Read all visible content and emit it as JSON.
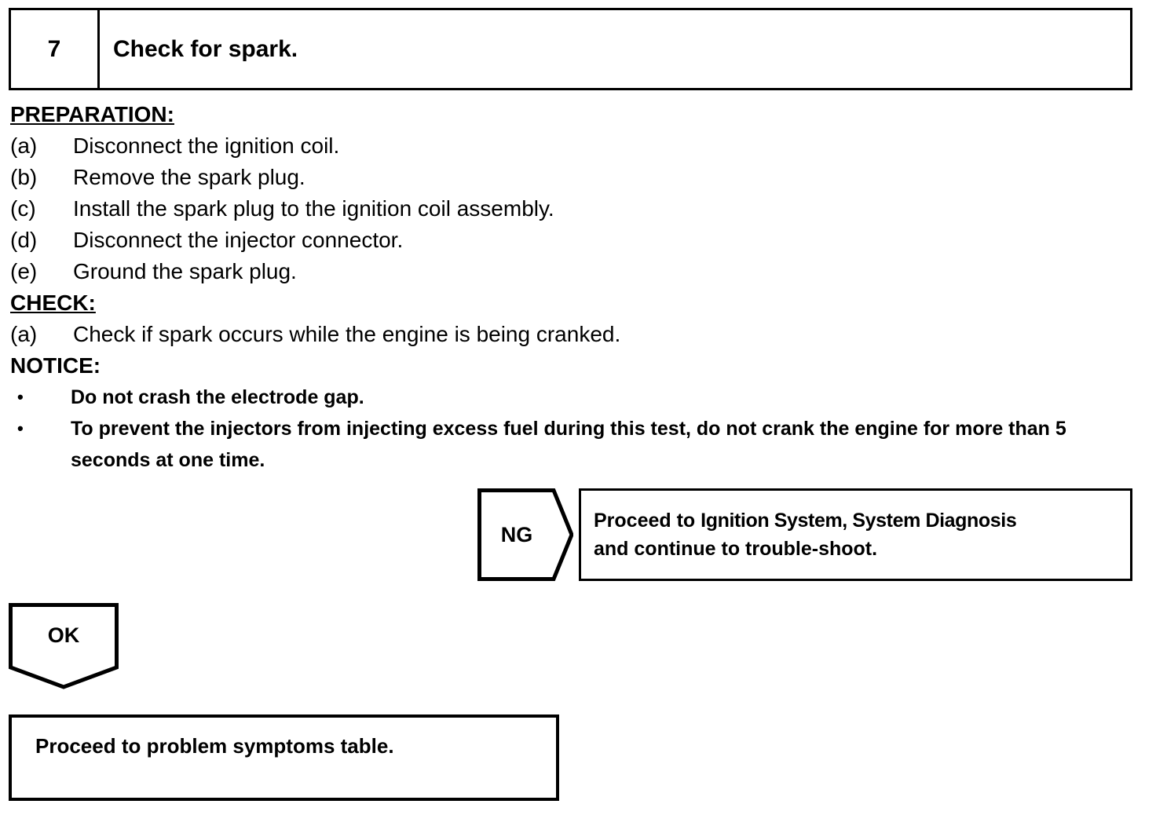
{
  "step": {
    "number": "7",
    "title": "Check for spark."
  },
  "preparation": {
    "heading": "PREPARATION:",
    "items": [
      {
        "label": "(a)",
        "text": "Disconnect the ignition coil."
      },
      {
        "label": "(b)",
        "text": "Remove the spark plug."
      },
      {
        "label": "(c)",
        "text": "Install the spark plug to the ignition coil assembly."
      },
      {
        "label": "(d)",
        "text": "Disconnect the injector connector."
      },
      {
        "label": "(e)",
        "text": "Ground the spark plug."
      }
    ]
  },
  "check": {
    "heading": "CHECK:",
    "items": [
      {
        "label": "(a)",
        "text": "Check if spark occurs while the engine is being cranked."
      }
    ]
  },
  "notice": {
    "heading": "NOTICE:",
    "bullet_glyph": "•",
    "items": [
      "Do not crash the electrode gap.",
      "To prevent the injectors from injecting excess fuel during this test, do not crank the engine for more than 5 seconds at one time."
    ]
  },
  "branches": {
    "ng": {
      "label": "NG",
      "result_line_1_prefix": "Proceed to ",
      "result_reference": "Ignition System, System Diagnosis",
      "result_line_2": "and continue to trouble-shoot."
    },
    "ok": {
      "label": "OK",
      "result": "Proceed to problem symptoms table."
    }
  },
  "colors": {
    "ink": "#000000",
    "paper": "#ffffff"
  }
}
